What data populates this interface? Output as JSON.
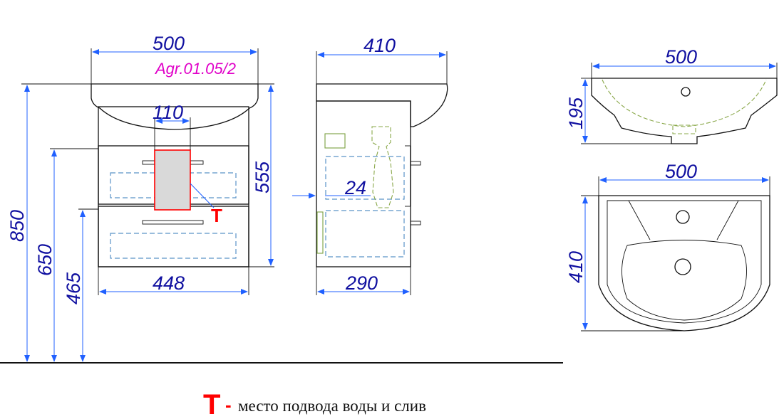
{
  "front": {
    "width": "500",
    "model": "Agr.01.05/2",
    "pipe_width": "110",
    "cabinet_height": "555",
    "cabinet_width": "448",
    "total_height": "850",
    "drawer_top_height": "650",
    "drawer_bottom_height": "465",
    "t_marker": "T"
  },
  "side": {
    "depth": "410",
    "offset": "24",
    "cabinet_depth": "290"
  },
  "basin_side": {
    "width": "500",
    "height": "195"
  },
  "basin_top": {
    "width": "500",
    "depth": "410"
  },
  "legend": {
    "symbol": "T",
    "dash": "-",
    "text": "место подвода воды и слив"
  },
  "colors": {
    "dimension": "#1010a0",
    "model": "#e000c8",
    "marker": "#ff0000"
  }
}
